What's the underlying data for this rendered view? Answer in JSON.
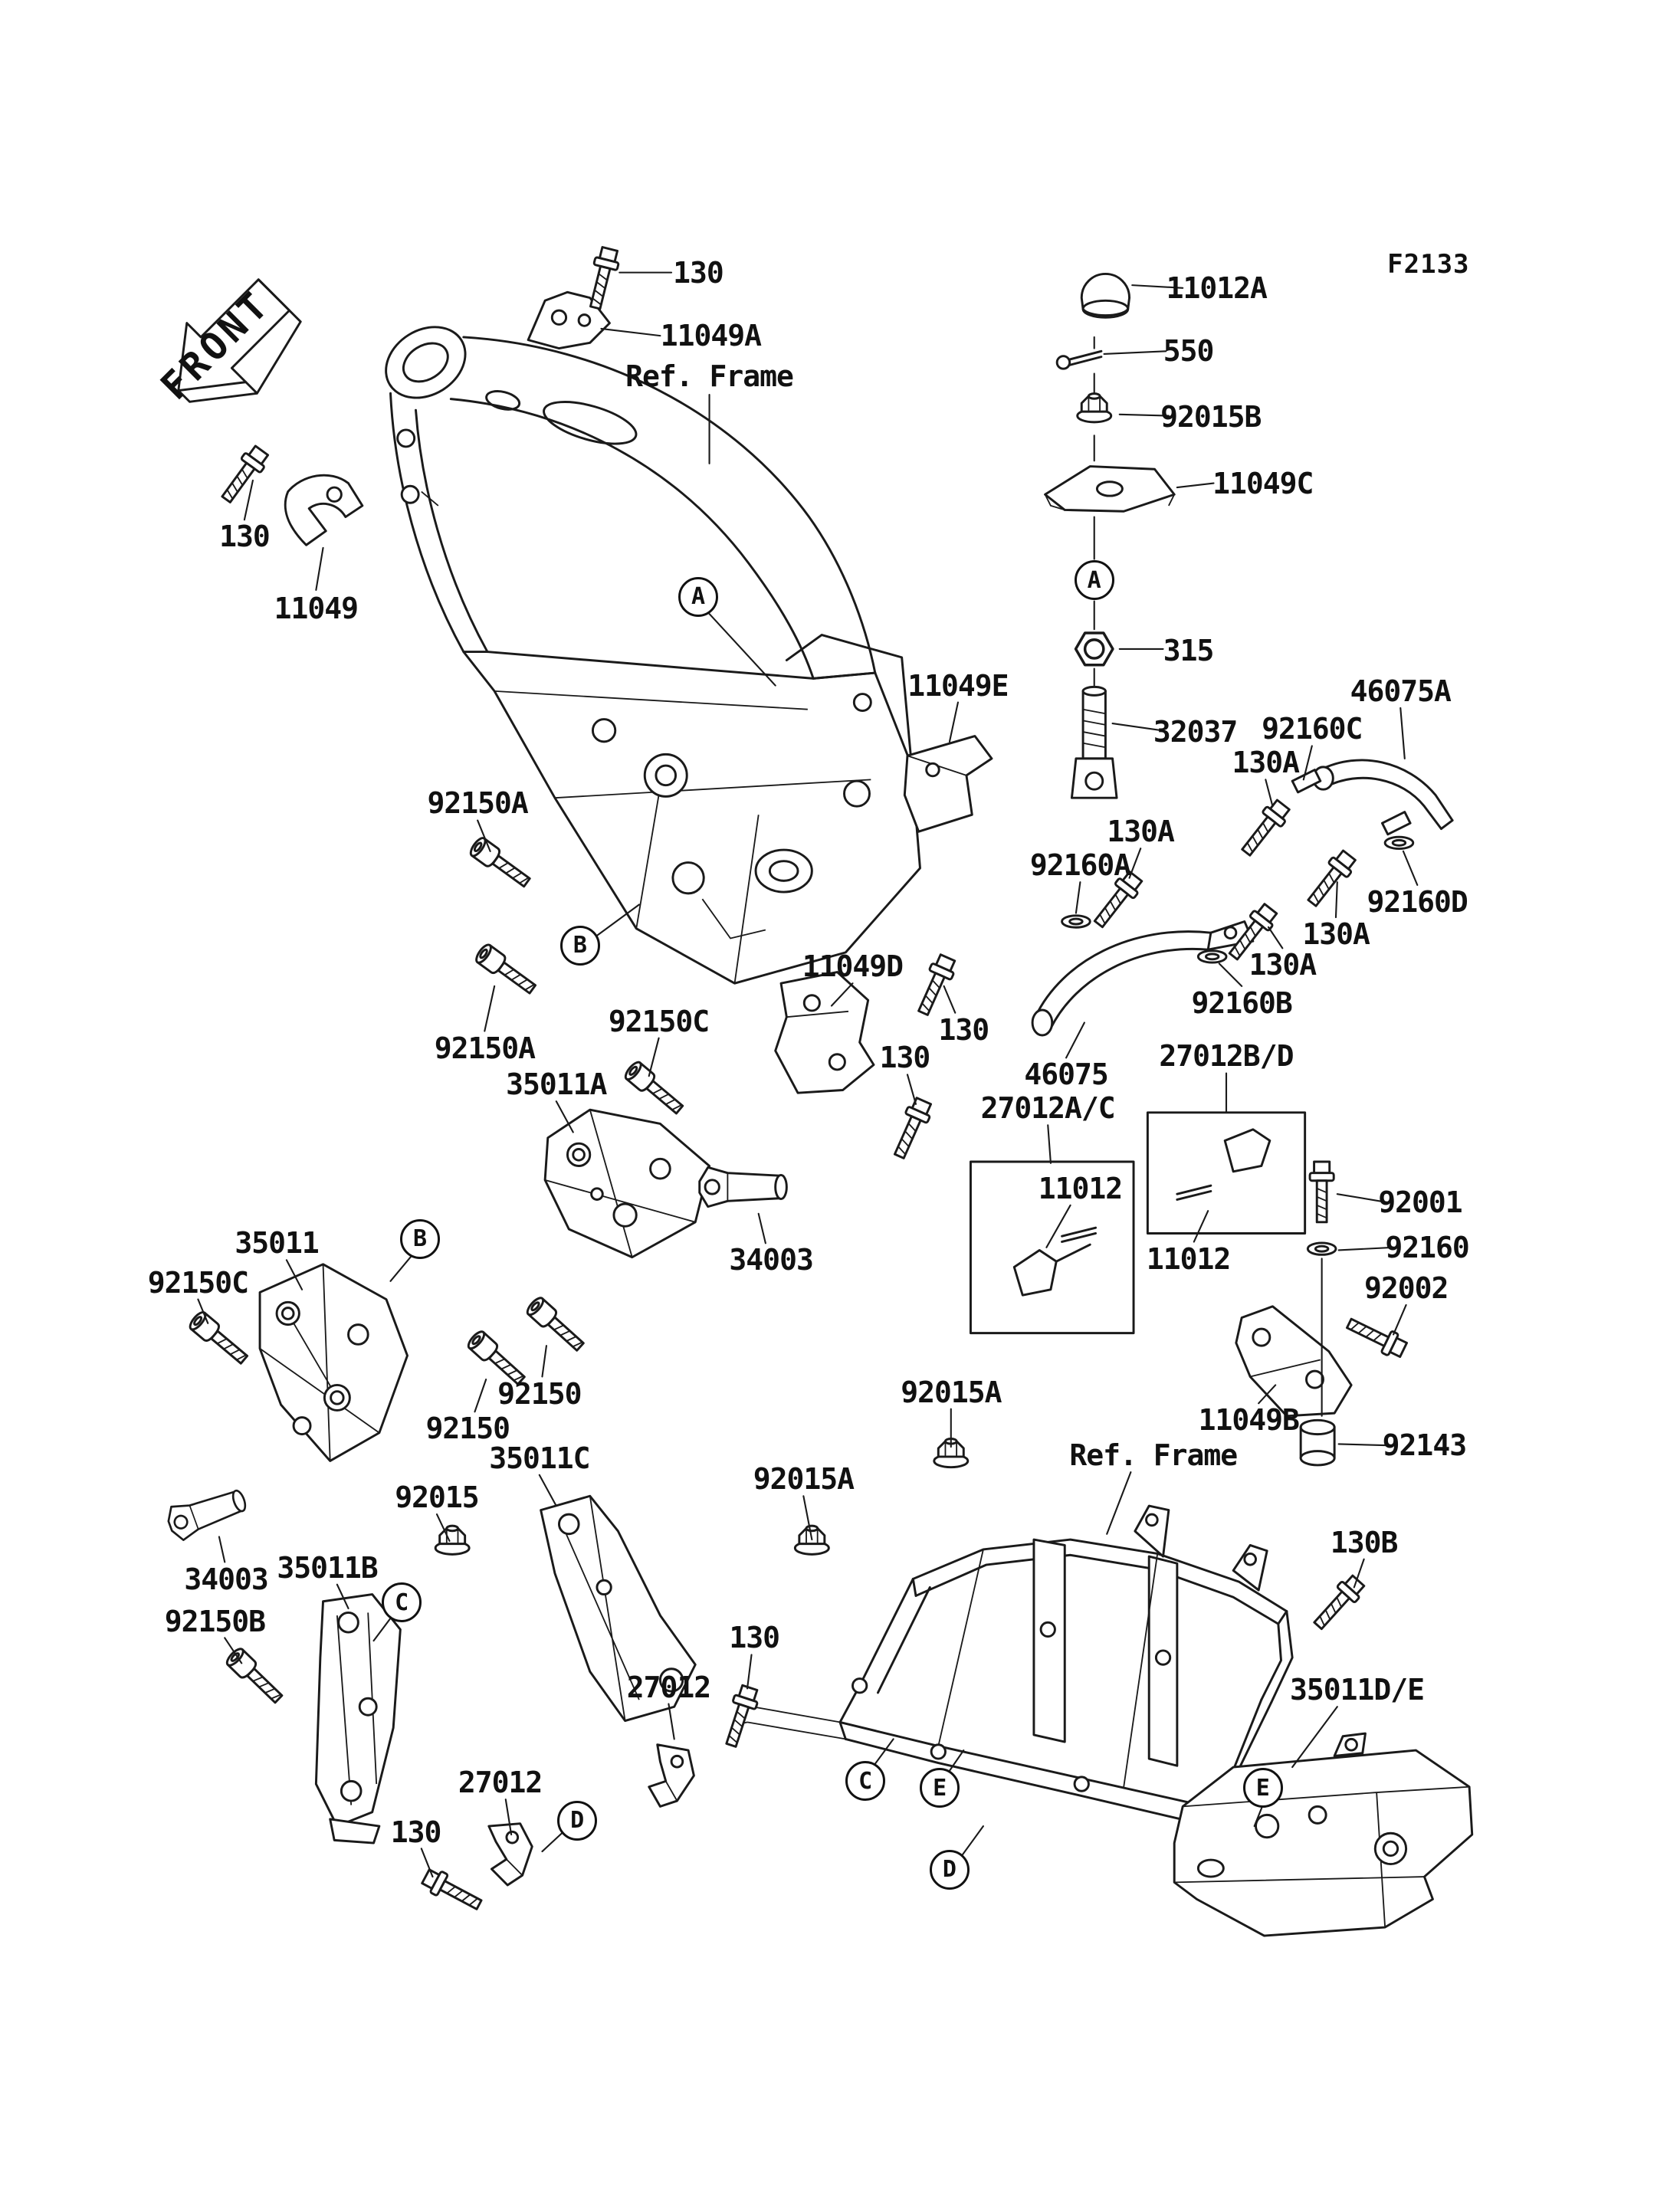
{
  "figure_code": "F2133",
  "front_arrow": {
    "label": "FRONT"
  },
  "labels": [
    {
      "id": "130-1",
      "text": "130"
    },
    {
      "id": "11049A",
      "text": "11049A"
    },
    {
      "id": "ref-frame-1",
      "text": "Ref. Frame"
    },
    {
      "id": "11012A",
      "text": "11012A"
    },
    {
      "id": "550",
      "text": "550"
    },
    {
      "id": "92015B",
      "text": "92015B"
    },
    {
      "id": "11049C",
      "text": "11049C"
    },
    {
      "id": "315",
      "text": "315"
    },
    {
      "id": "130-2",
      "text": "130"
    },
    {
      "id": "11049",
      "text": "11049"
    },
    {
      "id": "11049E",
      "text": "11049E"
    },
    {
      "id": "32037",
      "text": "32037"
    },
    {
      "id": "92160C",
      "text": "92160C"
    },
    {
      "id": "46075A",
      "text": "46075A"
    },
    {
      "id": "130A-1",
      "text": "130A"
    },
    {
      "id": "130A-2",
      "text": "130A"
    },
    {
      "id": "92160A",
      "text": "92160A"
    },
    {
      "id": "92160D",
      "text": "92160D"
    },
    {
      "id": "130A-3",
      "text": "130A"
    },
    {
      "id": "130A-4",
      "text": "130A"
    },
    {
      "id": "92160B",
      "text": "92160B"
    },
    {
      "id": "92150A-1",
      "text": "92150A"
    },
    {
      "id": "11049D",
      "text": "11049D"
    },
    {
      "id": "92150A-2",
      "text": "92150A"
    },
    {
      "id": "92150C-1",
      "text": "92150C"
    },
    {
      "id": "35011A",
      "text": "35011A"
    },
    {
      "id": "130-3",
      "text": "130"
    },
    {
      "id": "130-4",
      "text": "130"
    },
    {
      "id": "46075",
      "text": "46075"
    },
    {
      "id": "27012AC",
      "text": "27012A/C"
    },
    {
      "id": "27012BD",
      "text": "27012B/D"
    },
    {
      "id": "11012-1",
      "text": "11012"
    },
    {
      "id": "11012-2",
      "text": "11012"
    },
    {
      "id": "92001",
      "text": "92001"
    },
    {
      "id": "92160",
      "text": "92160"
    },
    {
      "id": "92002",
      "text": "92002"
    },
    {
      "id": "35011",
      "text": "35011"
    },
    {
      "id": "92150C-2",
      "text": "92150C"
    },
    {
      "id": "34003-1",
      "text": "34003"
    },
    {
      "id": "92150-1",
      "text": "92150"
    },
    {
      "id": "92150-2",
      "text": "92150"
    },
    {
      "id": "92015A-1",
      "text": "92015A"
    },
    {
      "id": "ref-frame-2",
      "text": "Ref. Frame"
    },
    {
      "id": "11049B",
      "text": "11049B"
    },
    {
      "id": "92143",
      "text": "92143"
    },
    {
      "id": "35011C",
      "text": "35011C"
    },
    {
      "id": "92015A-2",
      "text": "92015A"
    },
    {
      "id": "92015",
      "text": "92015"
    },
    {
      "id": "130B",
      "text": "130B"
    },
    {
      "id": "34003-2",
      "text": "34003"
    },
    {
      "id": "35011B",
      "text": "35011B"
    },
    {
      "id": "92150B",
      "text": "92150B"
    },
    {
      "id": "27012-1",
      "text": "27012"
    },
    {
      "id": "130-5",
      "text": "130"
    },
    {
      "id": "35011DE",
      "text": "35011D/E"
    },
    {
      "id": "27012-2",
      "text": "27012"
    },
    {
      "id": "130-6",
      "text": "130"
    }
  ],
  "callouts": [
    {
      "id": "A1",
      "letter": "A"
    },
    {
      "id": "A2",
      "letter": "A"
    },
    {
      "id": "B1",
      "letter": "B"
    },
    {
      "id": "B2",
      "letter": "B"
    },
    {
      "id": "C1",
      "letter": "C"
    },
    {
      "id": "C2",
      "letter": "C"
    },
    {
      "id": "D1",
      "letter": "D"
    },
    {
      "id": "D2",
      "letter": "D"
    },
    {
      "id": "E1",
      "letter": "E"
    },
    {
      "id": "E2",
      "letter": "E"
    }
  ]
}
